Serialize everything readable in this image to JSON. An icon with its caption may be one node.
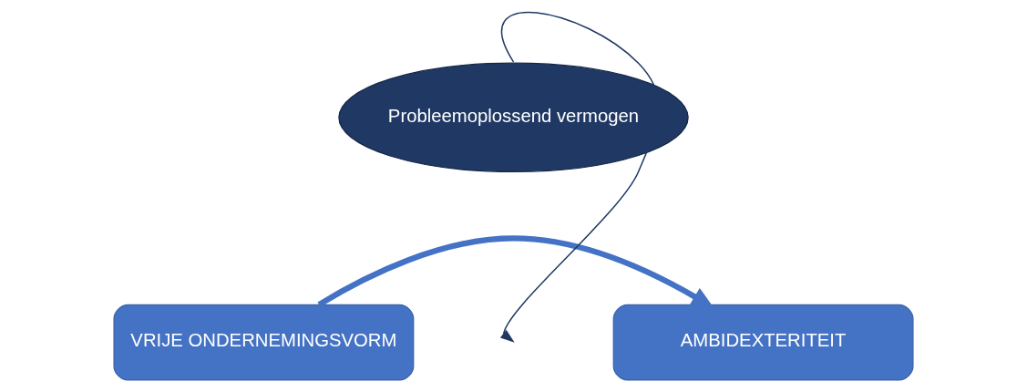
{
  "diagram": {
    "nodes": [
      {
        "text": [
          "VRIJE ONDERNEMINGSVORM"
        ]
      },
      {
        "text": [
          "AMBIDEXTERITEIT"
        ]
      },
      {
        "text": [
          "Probleemoplossend vermogen"
        ]
      }
    ],
    "edges": [
      {
        "from": 0,
        "to": 1,
        "arrow": "to",
        "style": "thick",
        "color": "#4472c4"
      },
      {
        "from": 2,
        "to": null,
        "arrow": "to",
        "color": "#1f3864"
      }
    ]
  }
}
